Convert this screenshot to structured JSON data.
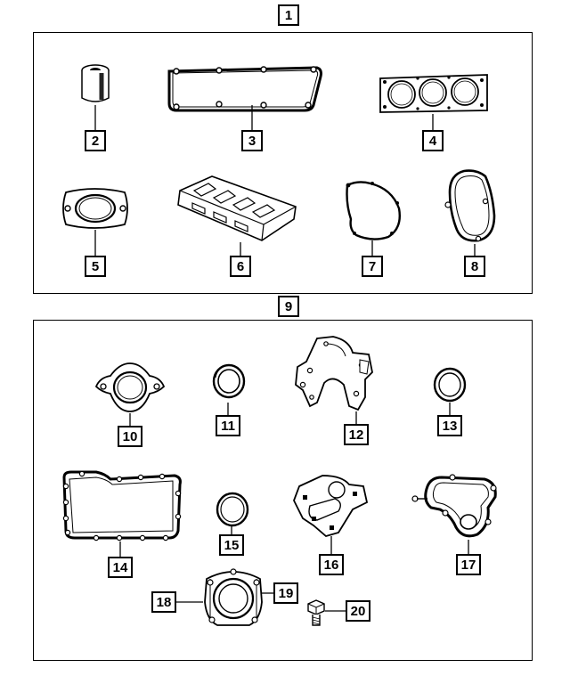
{
  "groups": [
    {
      "label": "1"
    },
    {
      "label": "9"
    }
  ],
  "callouts": {
    "c2": "2",
    "c3": "3",
    "c4": "4",
    "c5": "5",
    "c6": "6",
    "c7": "7",
    "c8": "8",
    "c10": "10",
    "c11": "11",
    "c12": "12",
    "c13": "13",
    "c14": "14",
    "c15": "15",
    "c16": "16",
    "c17": "17",
    "c18": "18",
    "c19": "19",
    "c20": "20"
  }
}
